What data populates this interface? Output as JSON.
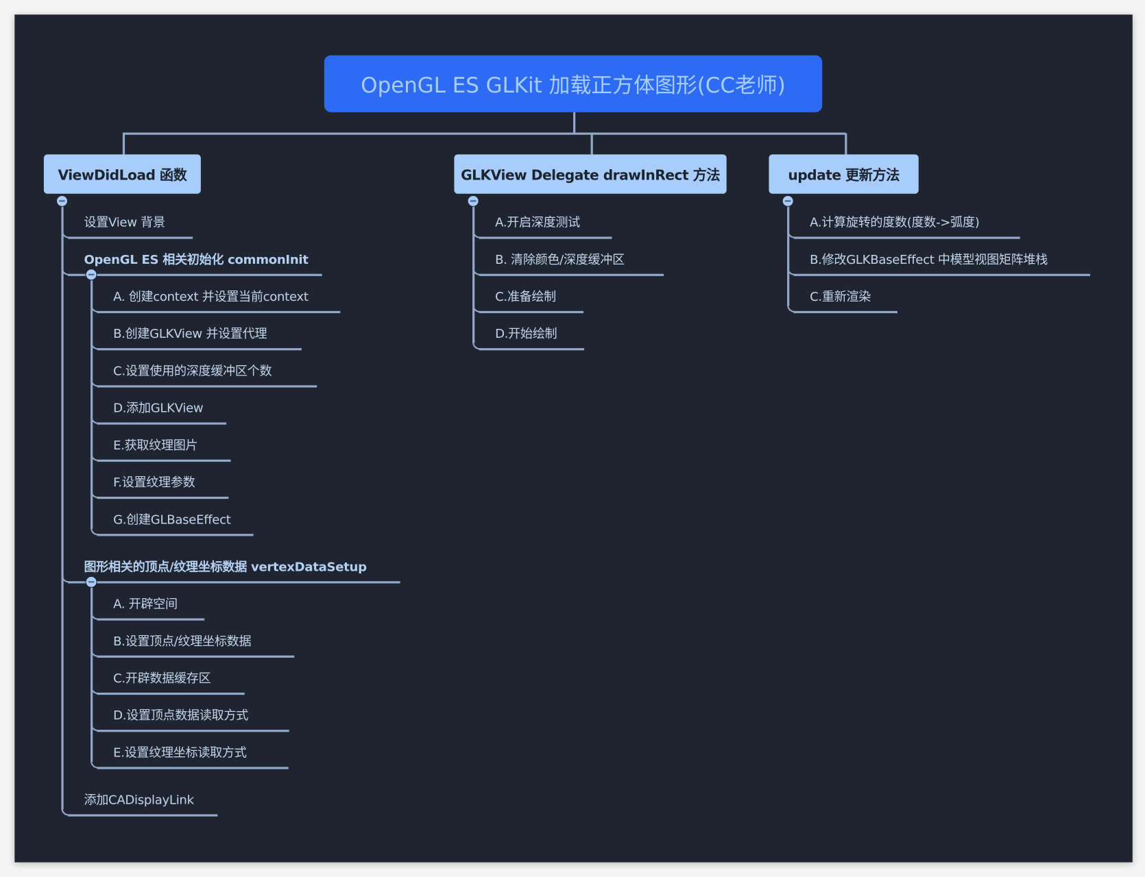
{
  "root": {
    "title": "OpenGL ES GLKit 加载正方体图形(CC老师)",
    "color": "#2d6bf5"
  },
  "branches": [
    {
      "title": "ViewDidLoad 函数",
      "children": [
        {
          "label": "设置View 背景"
        },
        {
          "label": "OpenGL ES 相关初始化 commonInit",
          "bold": true,
          "children": [
            {
              "label": "A. 创建context 并设置当前context"
            },
            {
              "label": "B.创建GLKView 并设置代理"
            },
            {
              "label": "C.设置使用的深度缓冲区个数"
            },
            {
              "label": "D.添加GLKView"
            },
            {
              "label": "E.获取纹理图片"
            },
            {
              "label": "F.设置纹理参数"
            },
            {
              "label": "G.创建GLBaseEffect"
            }
          ]
        },
        {
          "label": "图形相关的顶点/纹理坐标数据 vertexDataSetup",
          "bold": true,
          "children": [
            {
              "label": "A. 开辟空间"
            },
            {
              "label": "B.设置顶点/纹理坐标数据"
            },
            {
              "label": "C.开辟数据缓存区"
            },
            {
              "label": "D.设置顶点数据读取方式"
            },
            {
              "label": "E.设置纹理坐标读取方式"
            }
          ]
        },
        {
          "label": "添加CADisplayLink"
        }
      ]
    },
    {
      "title": "GLKView Delegate  drawInRect 方法",
      "children": [
        {
          "label": "A.开启深度测试"
        },
        {
          "label": "B. 清除颜色/深度缓冲区"
        },
        {
          "label": "C.准备绘制"
        },
        {
          "label": "D.开始绘制"
        }
      ]
    },
    {
      "title": "update 更新方法",
      "children": [
        {
          "label": "A.计算旋转的度数(度数->弧度)"
        },
        {
          "label": "B.修改GLKBaseEffect 中模型视图矩阵堆栈"
        },
        {
          "label": "C.重新渲染"
        }
      ]
    }
  ],
  "colors": {
    "background": "#1f2530",
    "branch": "#a9cdfa",
    "line": "#94a9c9",
    "text": "#c3d4ea"
  }
}
